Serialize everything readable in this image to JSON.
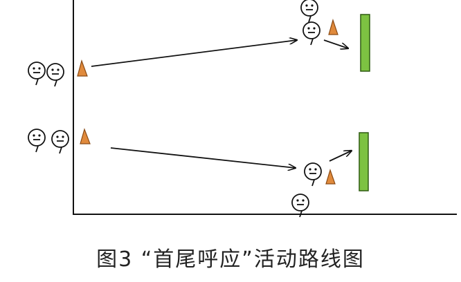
{
  "caption": "图3 “首尾呼应”活动路线图",
  "colors": {
    "line": "#111111",
    "cone": "#e08a3c",
    "cone_stroke": "#8a4a14",
    "goal": "#7dc242",
    "goal_stroke": "#2e5a12",
    "face": "#ffffff"
  },
  "icons": {
    "player": "smiley-face-icon",
    "cone": "cone-icon",
    "goal": "goal-bar",
    "arrow": "arrow"
  }
}
